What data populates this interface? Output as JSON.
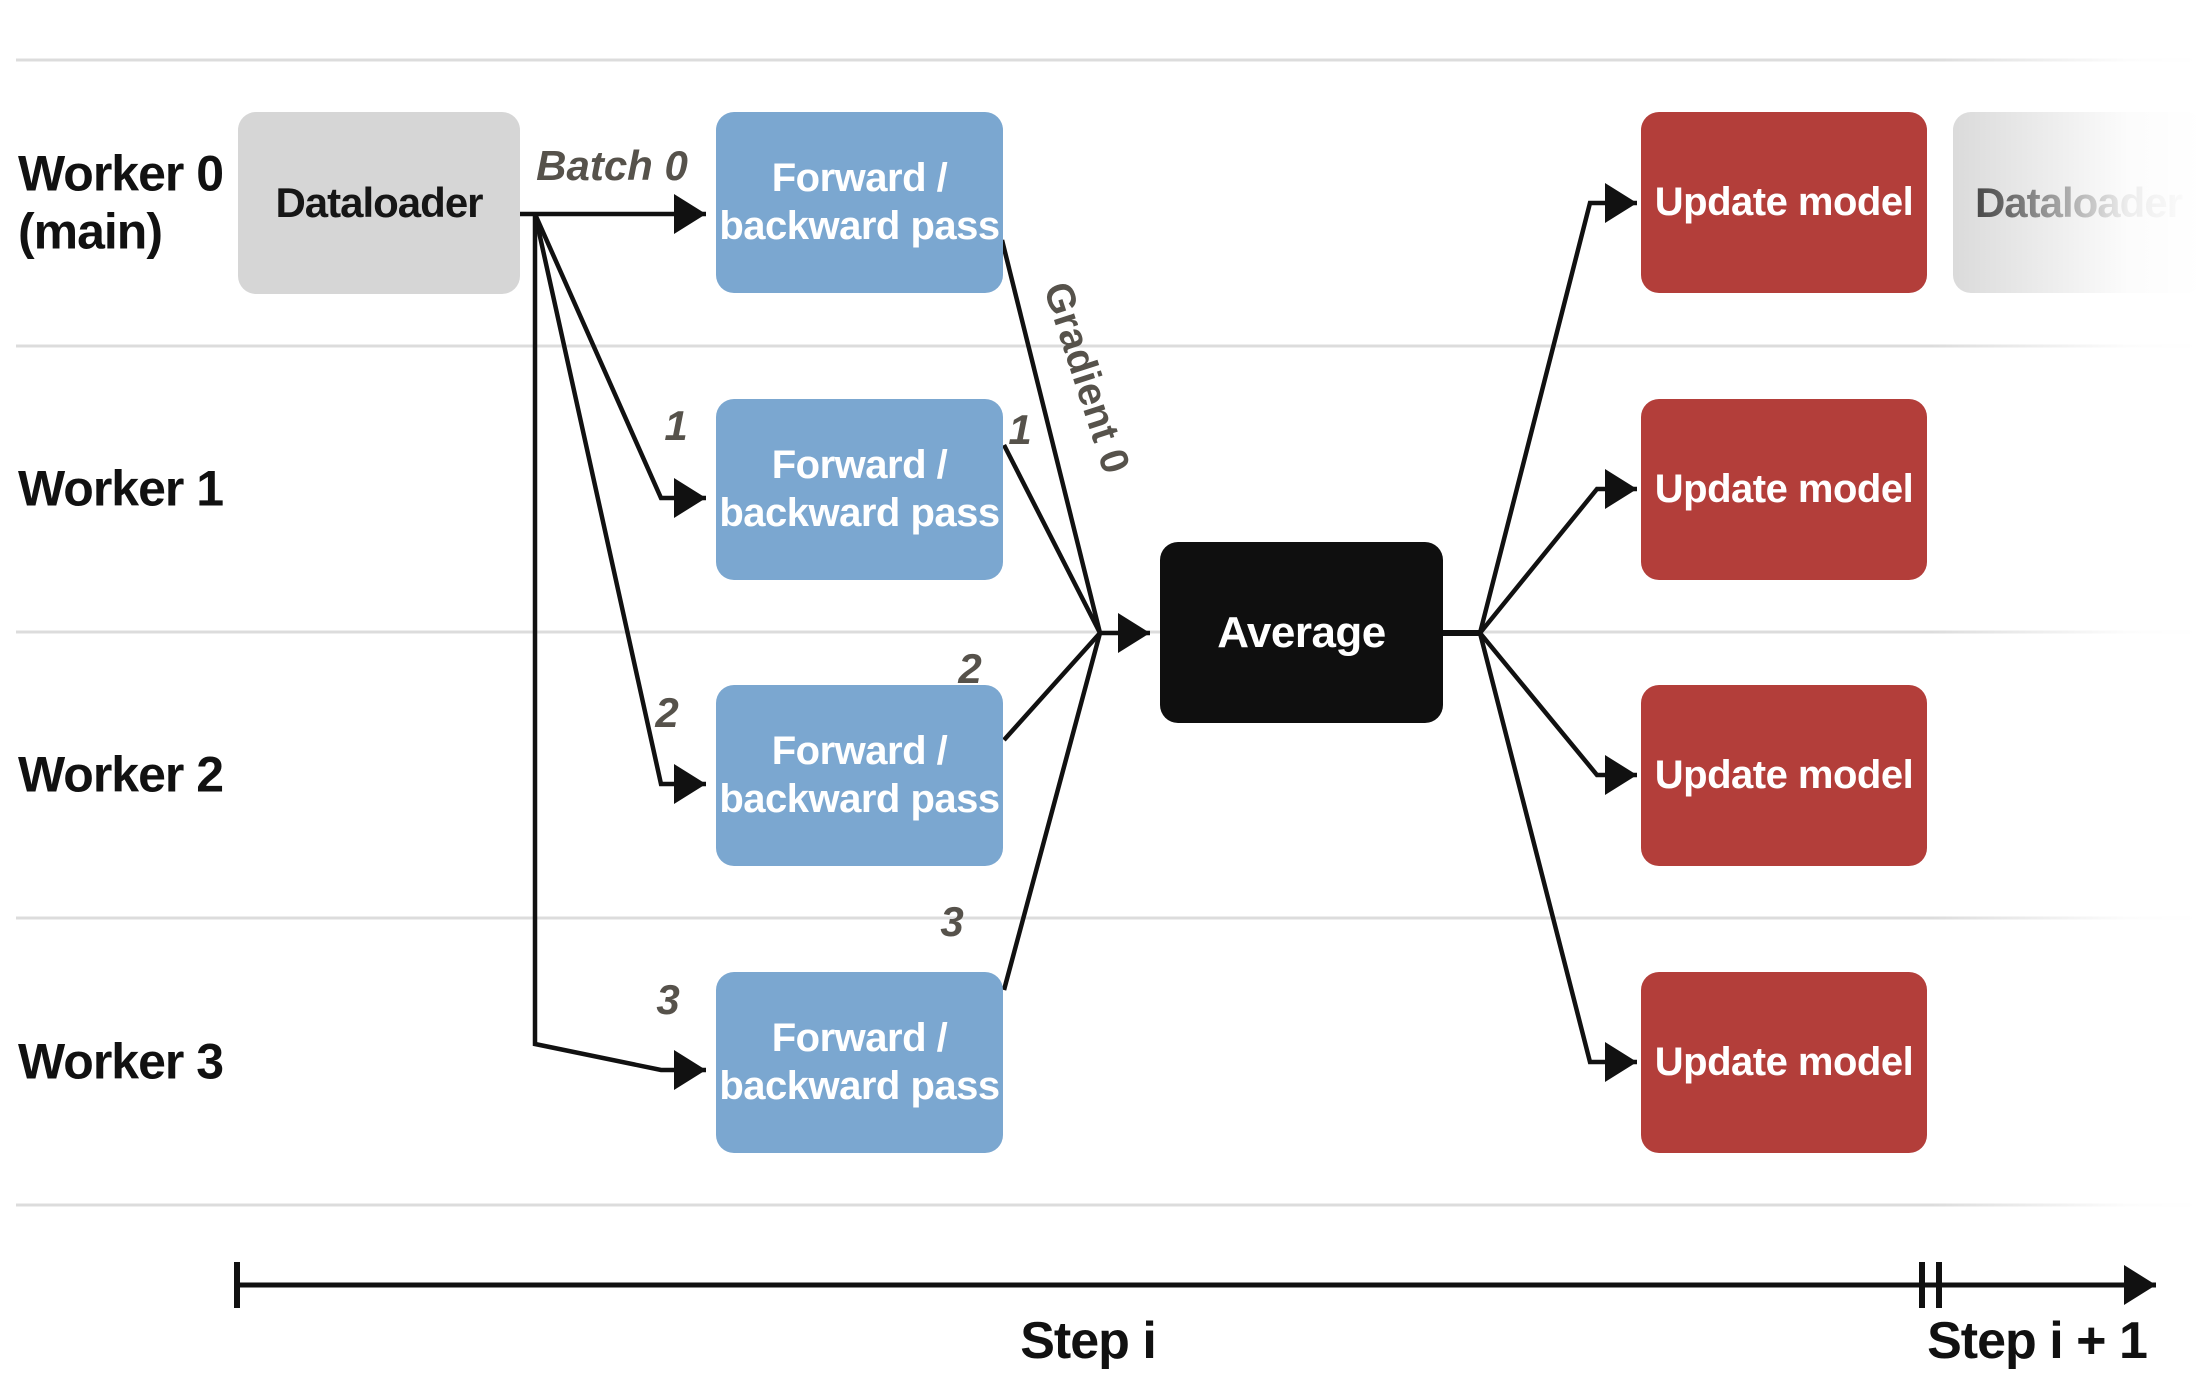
{
  "workers": [
    {
      "label": "Worker 0\n(main)"
    },
    {
      "label": "Worker 1"
    },
    {
      "label": "Worker 2"
    },
    {
      "label": "Worker 3"
    }
  ],
  "nodes": {
    "dataloader": "Dataloader",
    "forward_backward": "Forward /\nbackward pass",
    "average": "Average",
    "update_model": "Update model",
    "next_dataloader": "Dataloader"
  },
  "annotations": {
    "batch_label": "Batch 0",
    "gradient_label": "Gradient 0",
    "batch_indices": [
      "1",
      "2",
      "3"
    ],
    "gradient_indices": [
      "1",
      "2",
      "3"
    ]
  },
  "timeline": {
    "current": "Step i",
    "next": "Step i + 1"
  },
  "colors": {
    "forward_box": "#7ba7d0",
    "update_box": "#b33e3a",
    "dataloader_box": "#d6d6d6",
    "average_box": "#0f0f0f",
    "lane_line": "#dcdcdc",
    "annotation_text": "#56524b",
    "connector": "#111111"
  }
}
